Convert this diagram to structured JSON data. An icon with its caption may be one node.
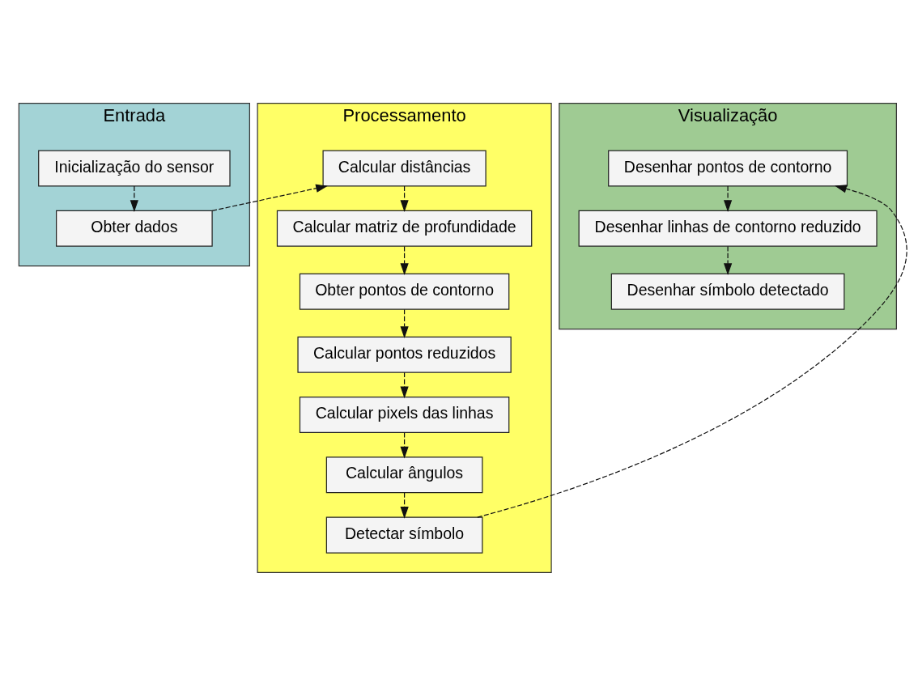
{
  "diagram": {
    "nodes": [
      {
        "text": [
          "Entrada"
        ]
      },
      {
        "text": [
          "Processamento"
        ]
      },
      {
        "text": [
          "Visualização"
        ]
      },
      {
        "text": [
          "Inicialização do sensor"
        ],
        "in": 0
      },
      {
        "text": [
          "Obter dados"
        ],
        "in": 0
      },
      {
        "text": [
          "Calcular distâncias"
        ],
        "in": 1
      },
      {
        "text": [
          "Calcular matriz de profundidade"
        ],
        "in": 1
      },
      {
        "text": [
          "Obter pontos de contorno"
        ],
        "in": 1
      },
      {
        "text": [
          "Calcular pontos reduzidos"
        ],
        "in": 1
      },
      {
        "text": [
          "Calcular pixels das linhas"
        ],
        "in": 1
      },
      {
        "text": [
          "Calcular ângulos"
        ],
        "in": 1
      },
      {
        "text": [
          "Detectar símbolo"
        ],
        "in": 1
      },
      {
        "text": [
          "Desenhar pontos de contorno"
        ],
        "in": 2
      },
      {
        "text": [
          "Desenhar linhas de contorno reduzido"
        ],
        "in": 2
      },
      {
        "text": [
          "Desenhar símbolo detectado"
        ],
        "in": 2
      }
    ],
    "edges": [
      {
        "from": 3,
        "to": 4,
        "arrow": "to",
        "style": "dashed"
      },
      {
        "from": 4,
        "to": 5,
        "arrow": "to",
        "style": "dashed"
      },
      {
        "from": 5,
        "to": 6,
        "arrow": "to",
        "style": "dashed"
      },
      {
        "from": 6,
        "to": 7,
        "arrow": "to",
        "style": "dashed"
      },
      {
        "from": 7,
        "to": 8,
        "arrow": "to",
        "style": "dashed"
      },
      {
        "from": 8,
        "to": 9,
        "arrow": "to",
        "style": "dashed"
      },
      {
        "from": 9,
        "to": 10,
        "arrow": "to",
        "style": "dashed"
      },
      {
        "from": 10,
        "to": 11,
        "arrow": "to",
        "style": "dashed"
      },
      {
        "from": 11,
        "to": 12,
        "arrow": "to",
        "style": "dashed"
      },
      {
        "from": 12,
        "to": 13,
        "arrow": "to",
        "style": "dashed"
      },
      {
        "from": 13,
        "to": 14,
        "arrow": "to",
        "style": "dashed"
      }
    ]
  }
}
